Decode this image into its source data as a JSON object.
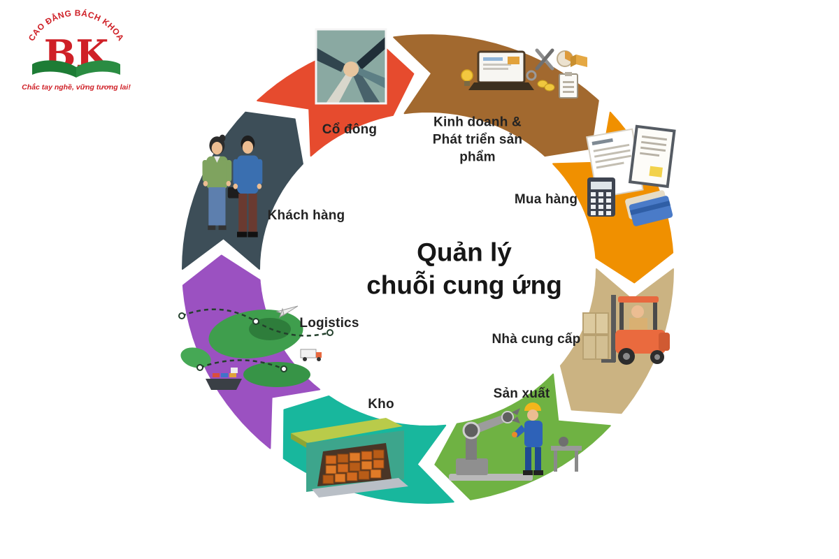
{
  "page": {
    "background": "#ffffff"
  },
  "logo": {
    "arc_text": "CAO ĐẲNG BÁCH KHOA",
    "initials": "BK",
    "tagline": "Chắc tay nghề, vững tương lai!",
    "brand_red": "#cf2027",
    "brand_green": "#1d7c35"
  },
  "center_title": {
    "line1": "Quản lý",
    "line2": "chuỗi cung ứng"
  },
  "cycle": {
    "direction": "clockwise",
    "nodes": [
      {
        "id": "shareholders",
        "label": "Cổ đông",
        "color": "#e64b2e",
        "icon": "teamwork-hands-photo"
      },
      {
        "id": "business-development",
        "label": "Kinh doanh & Phát triển sản phẩm",
        "color": "#a2692f",
        "icon": "business-workspace-illustration"
      },
      {
        "id": "purchasing",
        "label": "Mua hàng",
        "color": "#f09000",
        "icon": "purchasing-documents-illustration"
      },
      {
        "id": "supplier",
        "label": "Nhà cung cấp",
        "color": "#cbb382",
        "icon": "forklift-illustration"
      },
      {
        "id": "production",
        "label": "Sản xuất",
        "color": "#6fb243",
        "icon": "factory-worker-illustration"
      },
      {
        "id": "warehouse",
        "label": "Kho",
        "color": "#18b79d",
        "icon": "warehouse-illustration"
      },
      {
        "id": "logistics",
        "label": "Logistics",
        "color": "#9b51c1",
        "icon": "logistics-map-illustration"
      },
      {
        "id": "customers",
        "label": "Khách hàng",
        "color": "#3d4e58",
        "icon": "customers-illustration"
      }
    ]
  }
}
